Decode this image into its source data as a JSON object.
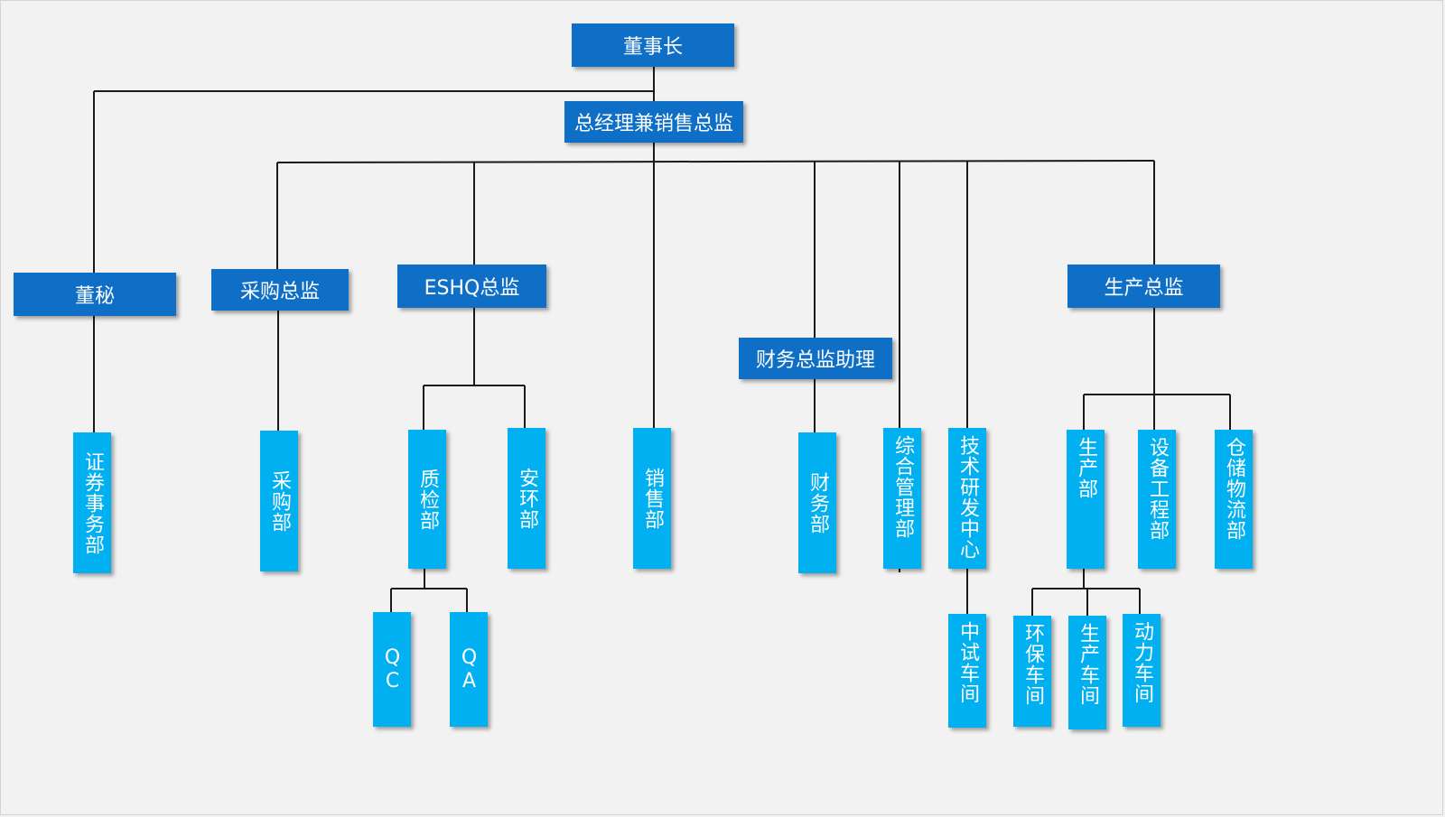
{
  "nodes": {
    "chairman": "董事长",
    "gm": "总经理兼销售总监",
    "board_secretary": "董秘",
    "procurement_director": "采购总监",
    "eshq_director": "ESHQ总监",
    "finance_assistant": "财务总监助理",
    "production_director": "生产总监",
    "securities_dept": "证券事务部",
    "procurement_dept": "采购部",
    "quality_dept": "质检部",
    "safety_env_dept": "安环部",
    "sales_dept": "销售部",
    "finance_dept": "财务部",
    "general_mgmt_dept": "综合管理部",
    "tech_center": "技术研发中心",
    "production_dept": "生产部",
    "equipment_dept": "设备工程部",
    "logistics_dept": "仓储物流部",
    "qc": "QC",
    "qa": "QA",
    "pilot_workshop": "中试车间",
    "env_workshop": "环保车间",
    "production_workshop": "生产车间",
    "power_workshop": "动力车间"
  },
  "colors": {
    "manager_box": "#0f6fc6",
    "department_box": "#00b0f0",
    "connector": "#1a1a1a"
  }
}
